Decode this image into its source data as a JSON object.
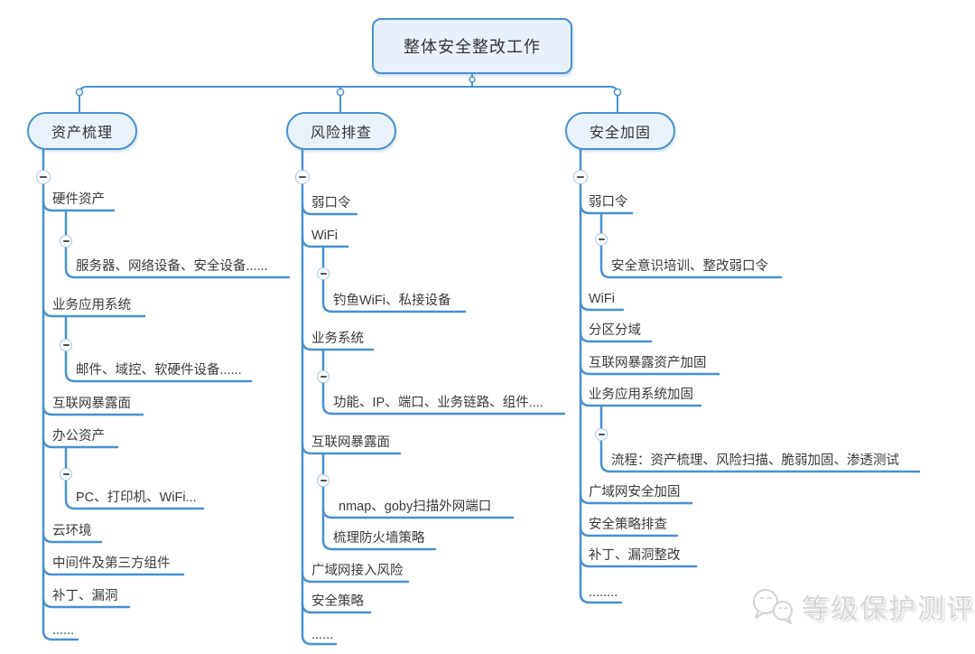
{
  "root": {
    "label": "整体安全整改工作"
  },
  "branches": [
    {
      "label": "资产梳理",
      "items": [
        {
          "label": "硬件资产",
          "children": [
            "服务器、网络设备、安全设备......"
          ]
        },
        {
          "label": "业务应用系统",
          "children": [
            "邮件、域控、软硬件设备......"
          ]
        },
        {
          "label": "互联网暴露面",
          "children": []
        },
        {
          "label": "办公资产",
          "children": [
            "PC、打印机、WiFi..."
          ]
        },
        {
          "label": "云环境",
          "children": []
        },
        {
          "label": "中间件及第三方组件",
          "children": []
        },
        {
          "label": "补丁、漏洞",
          "children": []
        },
        {
          "label": "......",
          "children": []
        }
      ]
    },
    {
      "label": "风险排查",
      "items": [
        {
          "label": "弱口令",
          "children": []
        },
        {
          "label": "WiFi",
          "children": [
            "钓鱼WiFi、私接设备"
          ]
        },
        {
          "label": "业务系统",
          "children": [
            "功能、IP、端口、业务链路、组件...."
          ]
        },
        {
          "label": "互联网暴露面",
          "children": [
            "nmap、goby扫描外网端口",
            "梳理防火墙策略"
          ]
        },
        {
          "label": "广域网接入风险",
          "children": []
        },
        {
          "label": "安全策略",
          "children": []
        },
        {
          "label": "......",
          "children": []
        }
      ]
    },
    {
      "label": "安全加固",
      "items": [
        {
          "label": "弱口令",
          "children": [
            "安全意识培训、整改弱口令"
          ]
        },
        {
          "label": "WiFi",
          "children": []
        },
        {
          "label": "分区分域",
          "children": []
        },
        {
          "label": "互联网暴露资产加固",
          "children": []
        },
        {
          "label": "业务应用系统加固",
          "children": [
            "流程：资产梳理、风险扫描、脆弱加固、渗透测试"
          ]
        },
        {
          "label": "广域网安全加固",
          "children": []
        },
        {
          "label": "安全策略排查",
          "children": []
        },
        {
          "label": "补丁、漏洞整改",
          "children": []
        },
        {
          "label": "........",
          "children": []
        }
      ]
    }
  ],
  "watermark": {
    "label": "等级保护测评",
    "icon": "wechat-logo"
  },
  "colors": {
    "line": "#4a90d2",
    "node_fill": "#e9f2fb",
    "node_border": "#4a90d2",
    "text": "#3a3a3a",
    "watermark": "#d7d7d7"
  }
}
